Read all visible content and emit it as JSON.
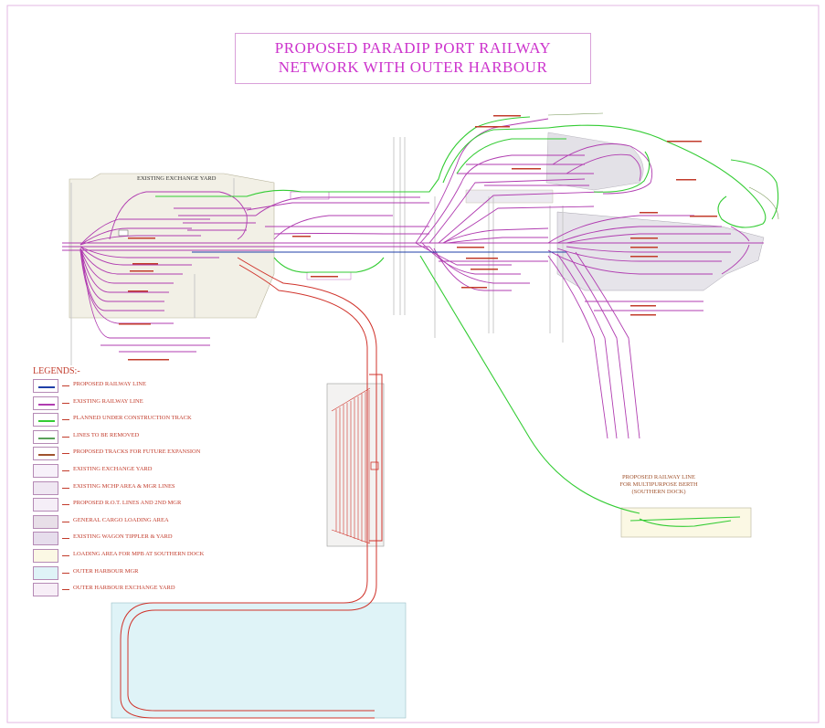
{
  "title": {
    "line1": "PROPOSED PARADIP PORT RAILWAY",
    "line2": "NETWORK WITH OUTER HARBOUR"
  },
  "labels": {
    "existing_exchange_yard": "EXISTING EXCHANGE YARD",
    "southern_dock_line1": "PROPOSED RAILWAY LINE",
    "southern_dock_line2": "FOR MULTIPURPOSE BERTH",
    "southern_dock_line3": "(SOUTHERN DOCK)"
  },
  "legend": {
    "title": "LEGENDS:-",
    "items": [
      {
        "label": "PROPOSED RAILWAY LINE",
        "kind": "line",
        "color": "#1f3fa8",
        "fill": "#ffffff"
      },
      {
        "label": "EXISTING RAILWAY LINE",
        "kind": "line",
        "color": "#b03cb0",
        "fill": "#ffffff"
      },
      {
        "label": "PLANNED UNDER CONSTRUCTION TRACK",
        "kind": "line",
        "color": "#33cc33",
        "fill": "#ffffff"
      },
      {
        "label": "LINES TO BE REMOVED",
        "kind": "line",
        "color": "#5aa05a",
        "fill": "#ffffff"
      },
      {
        "label": "PROPOSED TRACKS FOR FUTURE EXPANSION",
        "kind": "line",
        "color": "#a0522d",
        "fill": "#ffffff"
      },
      {
        "label": "EXISTING EXCHANGE YARD",
        "kind": "area",
        "color": "#b58ab5",
        "fill": "#f7f1fa"
      },
      {
        "label": "EXISTING MCHP AREA & MGR LINES",
        "kind": "area",
        "color": "#b58ab5",
        "fill": "#efe7f2"
      },
      {
        "label": "PROPOSED R.O.T. LINES AND 2ND MGR",
        "kind": "area",
        "color": "#b58ab5",
        "fill": "#f5eef7"
      },
      {
        "label": "GENERAL CARGO LOADING AREA",
        "kind": "area",
        "color": "#b58ab5",
        "fill": "#e8dfe8"
      },
      {
        "label": "EXISTING WAGON TIPPLER & YARD",
        "kind": "area",
        "color": "#b58ab5",
        "fill": "#e6ddec"
      },
      {
        "label": "LOADING AREA FOR MPB AT SOUTHERN DOCK",
        "kind": "area",
        "color": "#b58ab5",
        "fill": "#fbf8e4"
      },
      {
        "label": "OUTER HARBOUR MGR",
        "kind": "area",
        "color": "#b58ab5",
        "fill": "#dff3f7"
      },
      {
        "label": "OUTER HARBOUR EXCHANGE YARD",
        "kind": "area",
        "color": "#b58ab5",
        "fill": "#f7eef7"
      }
    ]
  },
  "colors": {
    "existing": "#b03cb0",
    "proposed": "#1f3fa8",
    "green": "#33cc33",
    "red": "#d0332b",
    "yard_fill": "#f2f0e6",
    "tippler_fill": "#e4e2ea",
    "harbour_fill": "#dff3f7"
  }
}
